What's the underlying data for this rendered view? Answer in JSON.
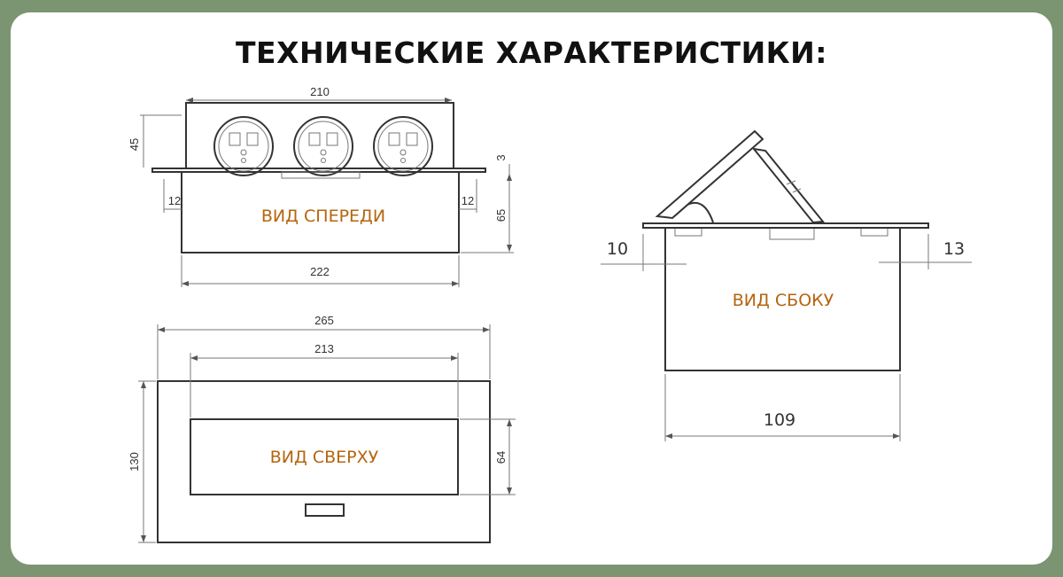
{
  "title": "ТЕХНИЧЕСКИЕ ХАРАКТЕРИСТИКИ:",
  "colors": {
    "background": "#7b9472",
    "label": "#b5650e",
    "line": "#333333"
  },
  "front_view": {
    "label": "ВИД СПЕРЕДИ",
    "dims": {
      "top_width": "210",
      "bottom_width": "222",
      "top_height": "45",
      "plate": "3",
      "body_height": "65",
      "left_margin": "12",
      "right_margin": "12"
    }
  },
  "top_view": {
    "label": "ВИД СВЕРХУ",
    "dims": {
      "outer_width": "265",
      "inner_width": "213",
      "outer_height": "130",
      "inner_height": "64"
    }
  },
  "side_view": {
    "label": "ВИД СБОКУ",
    "dims": {
      "left_margin": "10",
      "right_margin": "13",
      "width": "109"
    }
  }
}
